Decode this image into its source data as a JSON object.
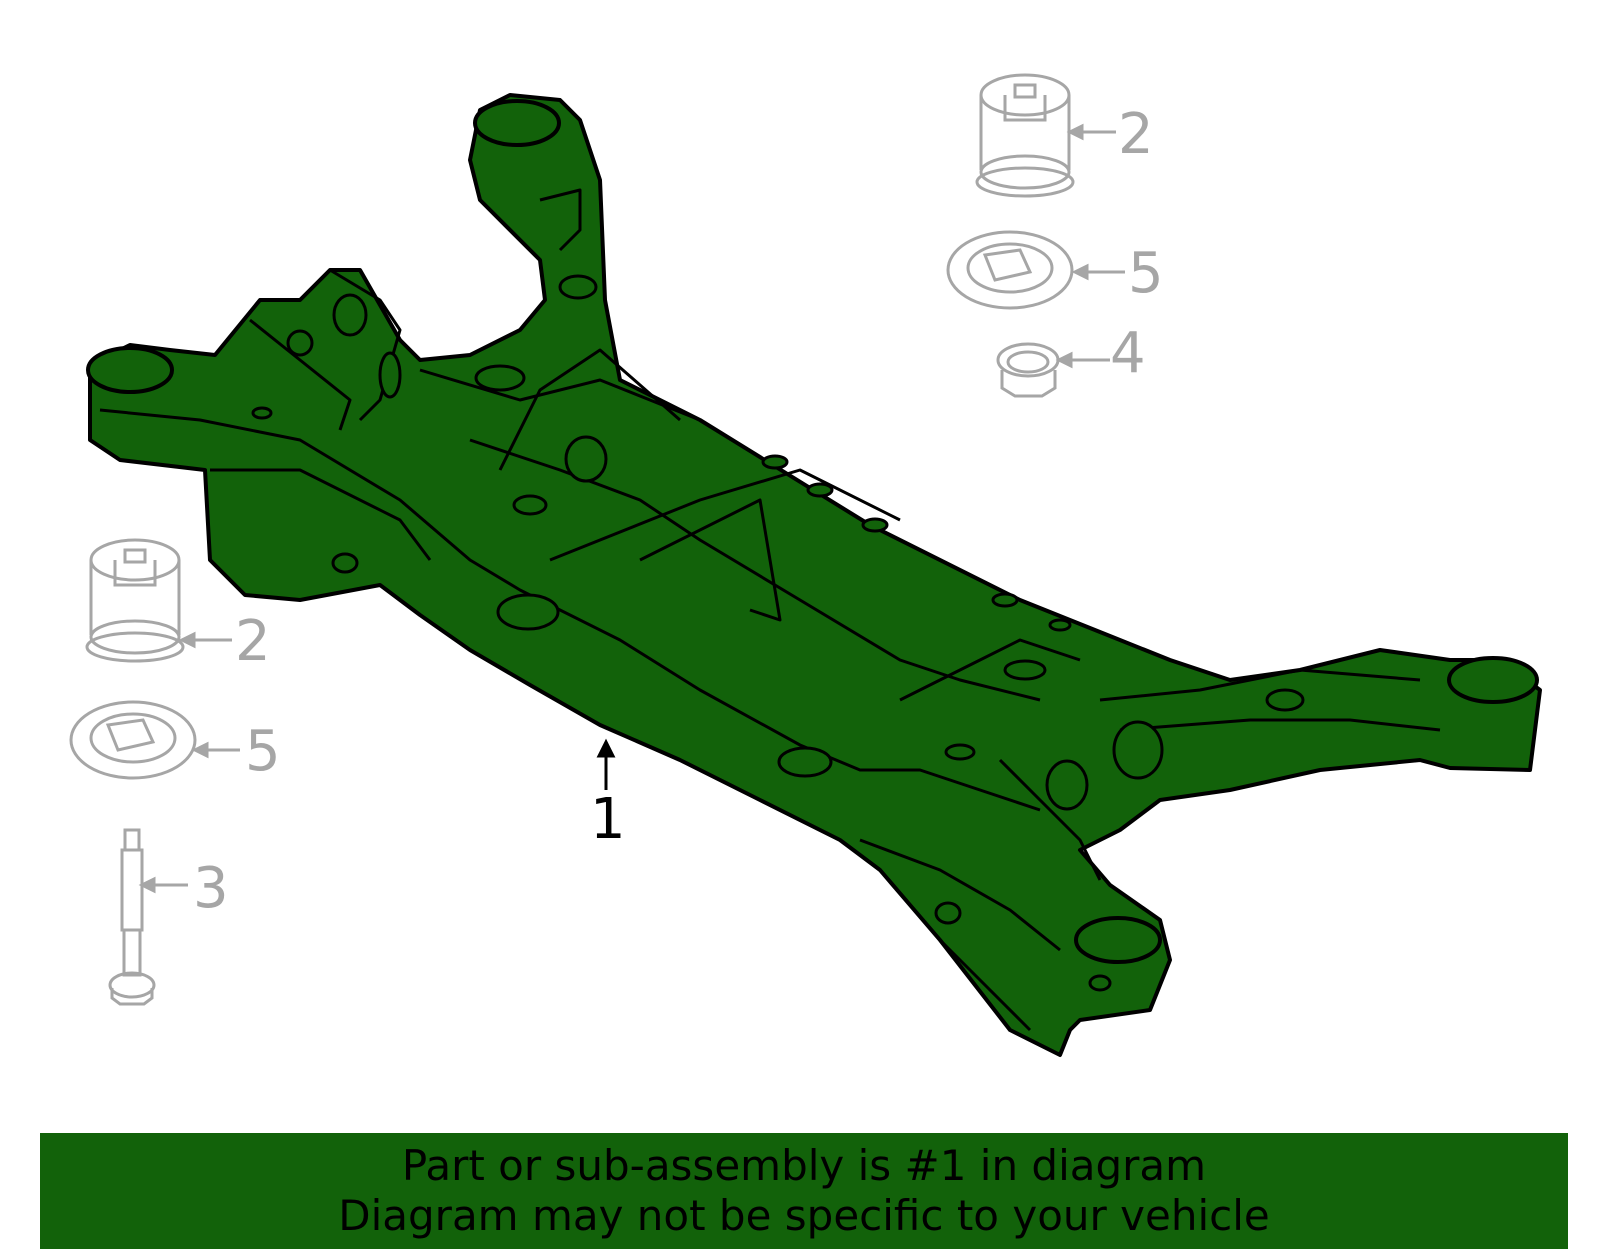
{
  "colors": {
    "highlight": "#12620a",
    "outline": "#000000",
    "ghost_part": "#a6a6a6",
    "background": "#ffffff"
  },
  "callouts": {
    "main": "1",
    "bushing_top": "2",
    "bushing_left": "2",
    "washer_top": "5",
    "washer_left": "5",
    "nut": "4",
    "bolt": "3"
  },
  "banner": {
    "line1": "Part or sub-assembly is #1 in diagram",
    "line2": "Diagram may not be specific to your vehicle"
  }
}
